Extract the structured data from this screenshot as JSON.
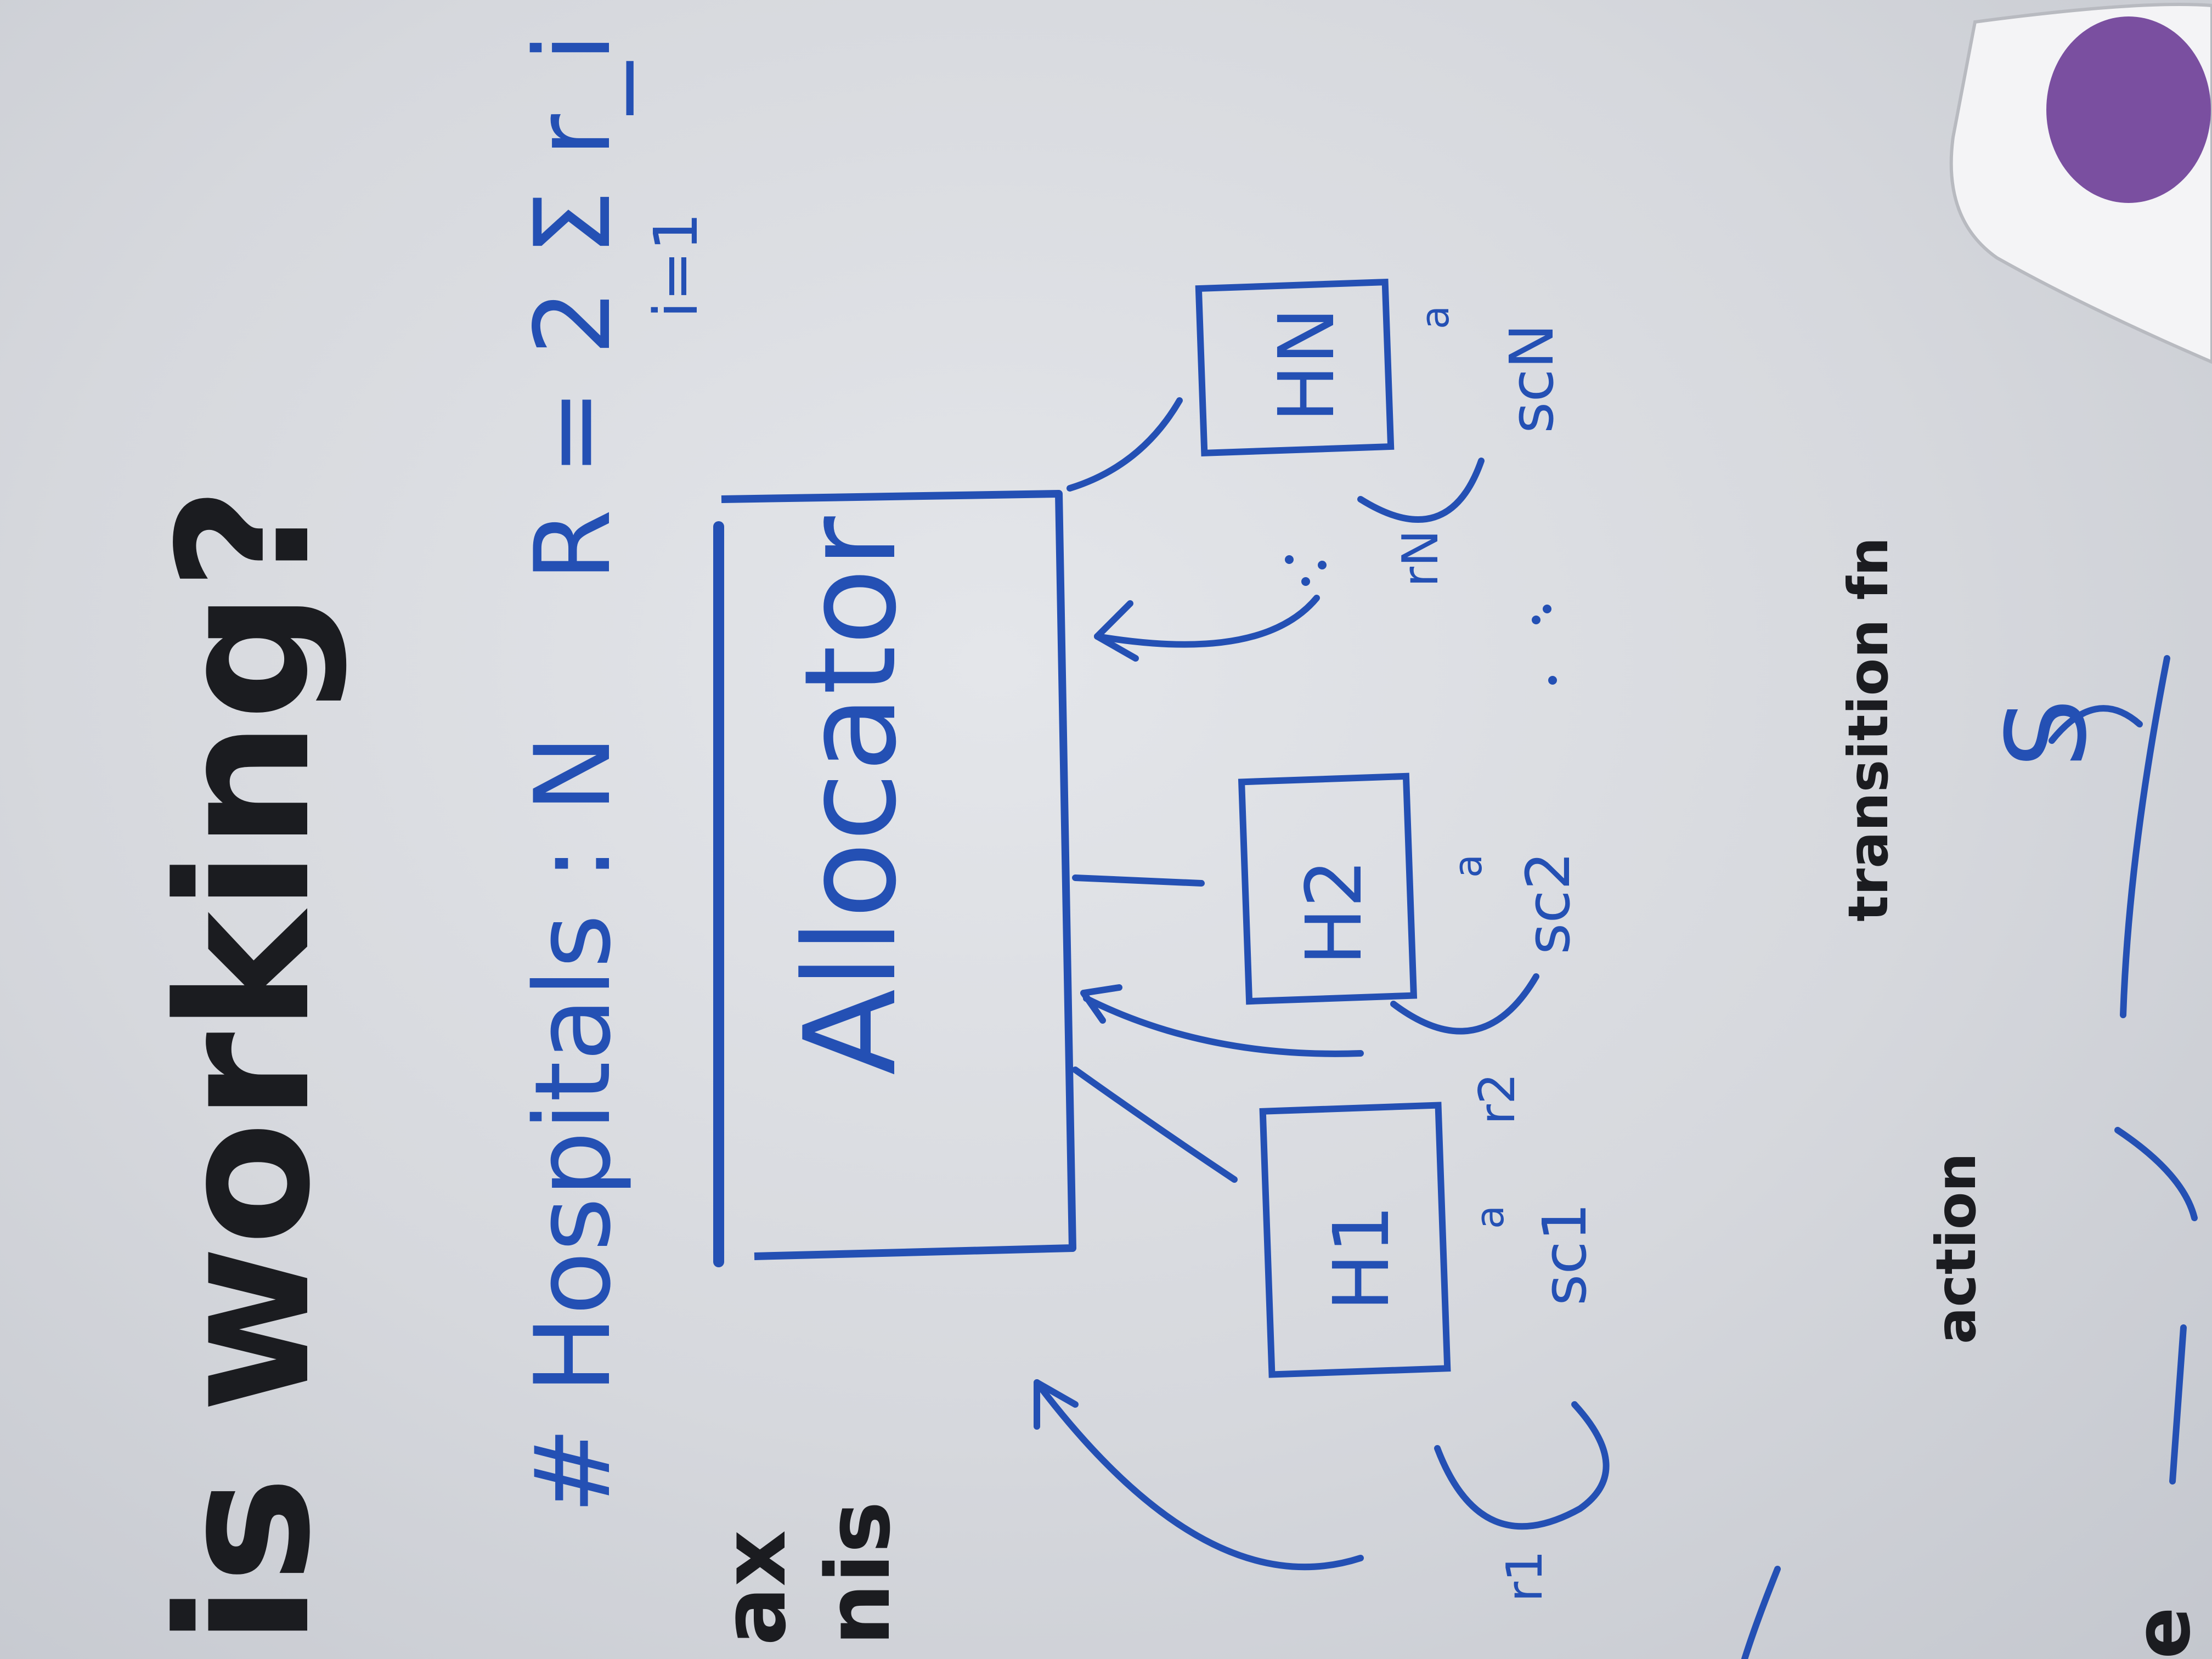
{
  "board": {
    "heading": "is working?",
    "partial_left_lines": [
      "ax",
      "nis",
      "e"
    ],
    "hospitals_label": "# Hospitals : N",
    "reward_formula": "R = 2 Σ r_i",
    "reward_sum_index": "i=1",
    "allocator_label": "Allocator",
    "hospitals": [
      {
        "label": "H1",
        "state": "sc1",
        "action": "a"
      },
      {
        "label": "H2",
        "state": "sc2",
        "action": "a"
      },
      {
        "label": "HN",
        "state": "scN",
        "action": "a"
      }
    ],
    "reward_labels": [
      "r1",
      "r2",
      "rN"
    ],
    "action_label": "action",
    "transition_label": "transition fn",
    "state_symbol": "S",
    "colors": {
      "board": "#dcdee2",
      "blue_marker": "#2450b4",
      "black_marker": "#1b1c20",
      "marker_cap": "#7a4fa0"
    }
  }
}
